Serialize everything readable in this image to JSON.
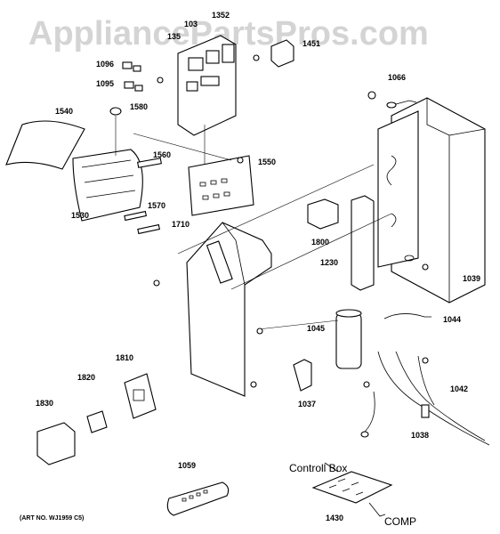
{
  "watermark": "AppliancePartsPros.com",
  "art_number": "(ART NO. WJ1959 C5)",
  "control_box": {
    "title": "Controll Box",
    "arrow_label": "COMP"
  },
  "parts": {
    "p1352": "1352",
    "p1350a": "135",
    "p1350b": "103",
    "p1451": "1451",
    "p1096": "1096",
    "p1095": "1095",
    "p1066": "1066",
    "p1540": "1540",
    "p1580": "1580",
    "p1560": "1560",
    "p1550": "1550",
    "p1530": "1530",
    "p1570": "1570",
    "p1710": "1710",
    "p1800": "1800",
    "p1230": "1230",
    "p1039": "1039",
    "p1045": "1045",
    "p1044": "1044",
    "p1810": "1810",
    "p1820": "1820",
    "p1830": "1830",
    "p1037": "1037",
    "p1042": "1042",
    "p1038": "1038",
    "p1059": "1059",
    "p1430": "1430"
  }
}
